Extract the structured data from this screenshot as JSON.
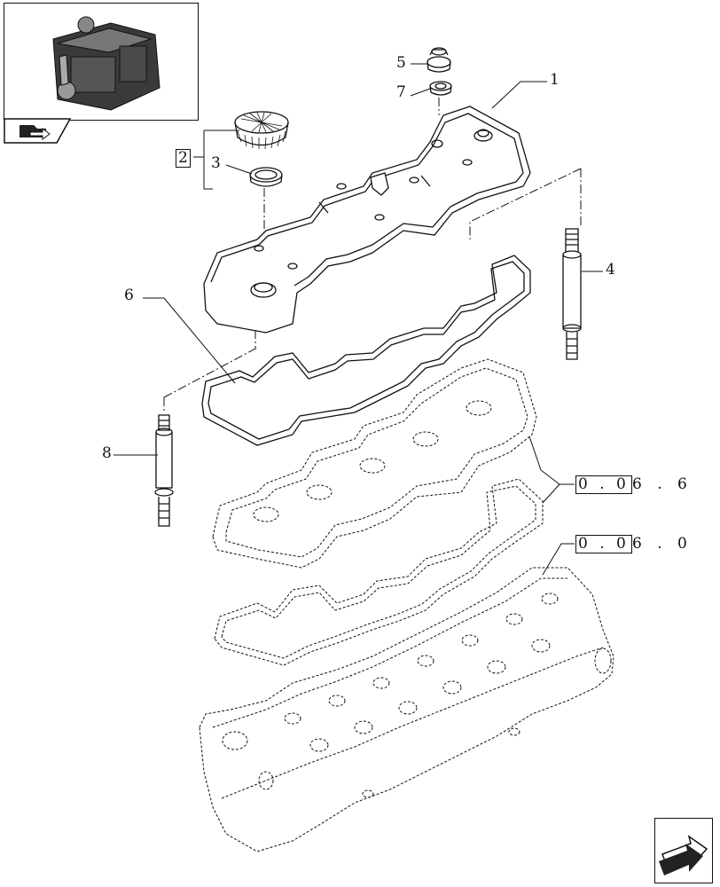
{
  "callouts": {
    "c1": "1",
    "c2": "2",
    "c3": "3",
    "c4": "4",
    "c5": "5",
    "c6": "6",
    "c7": "7",
    "c8": "8"
  },
  "refs": [
    {
      "boxed": "0 . 0",
      "tail": "6 . 6"
    },
    {
      "boxed": "0 . 0",
      "tail": "6 . 0"
    }
  ],
  "icons": {
    "thumbnail": "engine-thumbnail-icon",
    "folder": "folder-arrow-icon",
    "next": "next-page-arrow-icon"
  }
}
